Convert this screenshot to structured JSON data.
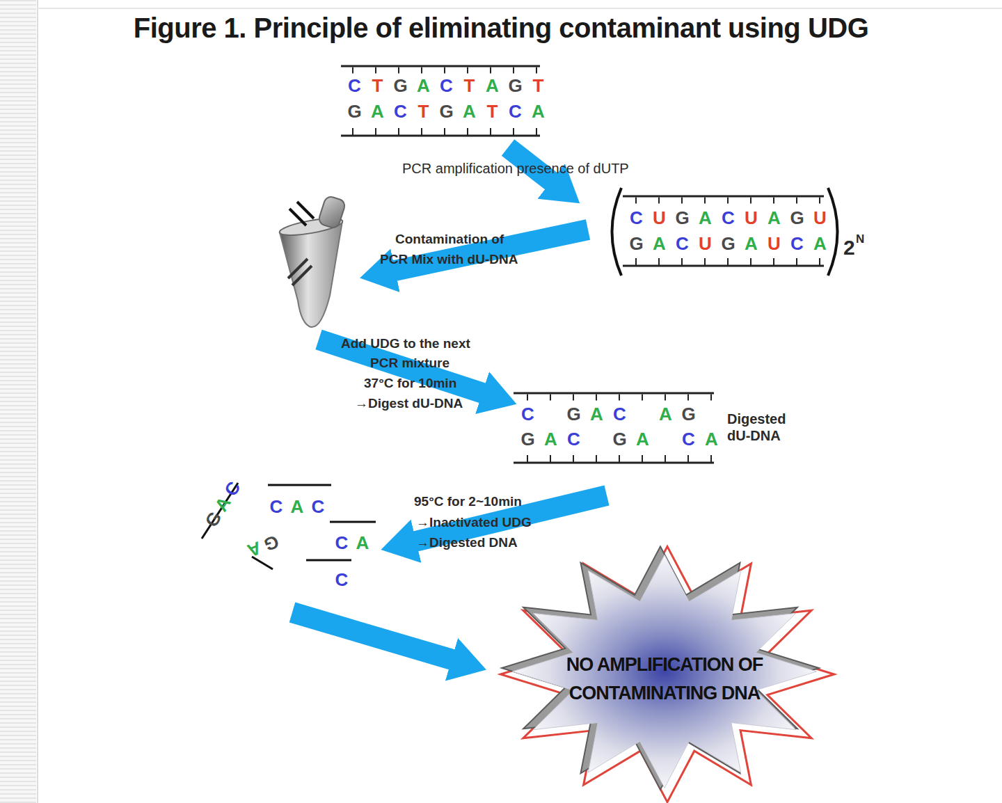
{
  "diagram": {
    "title": "Figure 1. Principle of eliminating contaminant using UDG",
    "nodes": [
      {
        "text": [
          "NO AMPLIFICATION OF CONTAMINATING DNA"
        ]
      }
    ],
    "edges": [],
    "labels": [
      "CTGACTAGT",
      "GACTGATCA",
      "PCR amplification presence of dUTP",
      "CUGACUAGU",
      "GACUGAUCA",
      "2",
      "N",
      "Contamination of",
      "PCR Mix with dU-DNA",
      "Add UDG to the next",
      "PCR mixture",
      "37°C for 10min",
      "→Digest dU-DNA",
      "C GAC AG",
      "GAC GA CA",
      "Digested dU-DNA",
      "95°C for 2~10min",
      "→Inactivated UDG",
      "→Digested DNA",
      "GAC",
      "CAC",
      "GA",
      "CA",
      "C"
    ]
  }
}
